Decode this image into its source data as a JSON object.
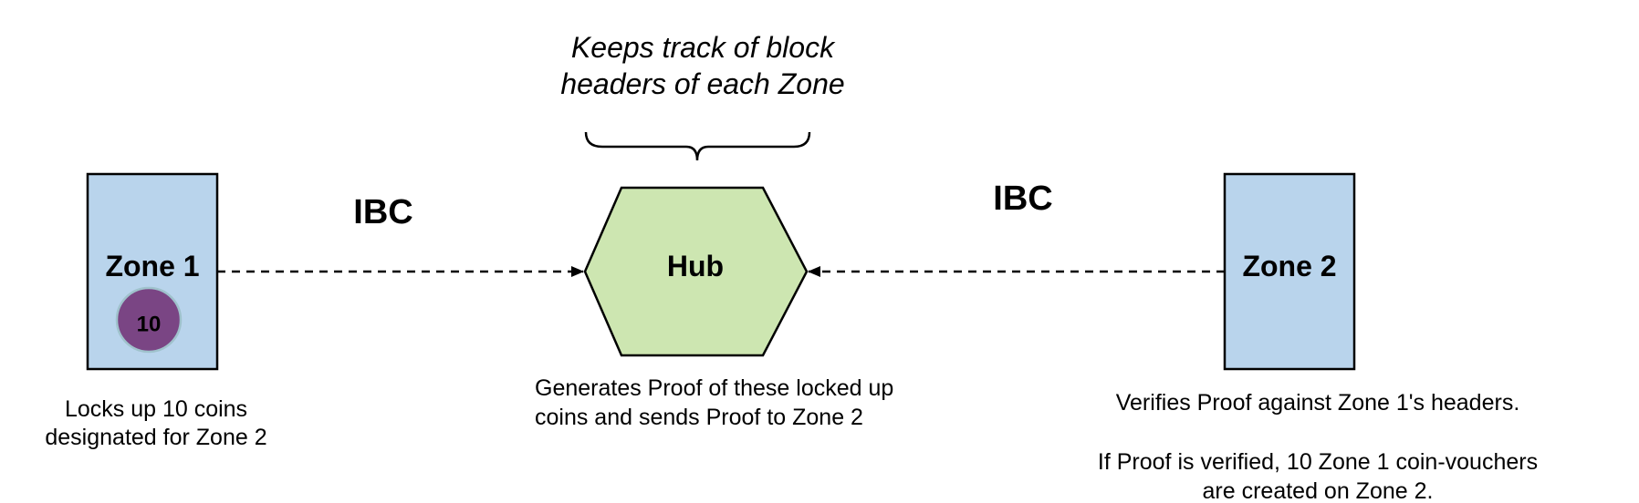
{
  "annotation_top": {
    "line1": "Keeps track of block",
    "line2": "headers of each Zone"
  },
  "ibc_left_label": "IBC",
  "ibc_right_label": "IBC",
  "zone1": {
    "label": "Zone 1",
    "coin_count": "10",
    "caption_line1": "Locks up 10 coins",
    "caption_line2": "designated for Zone 2"
  },
  "hub": {
    "label": "Hub",
    "caption_line1": "Generates Proof of these locked up",
    "caption_line2": "coins and sends Proof to Zone 2"
  },
  "zone2": {
    "label": "Zone 2",
    "caption_line1": "Verifies Proof against Zone 1's headers.",
    "caption_line2": "If Proof is verified, 10 Zone 1 coin-vouchers",
    "caption_line3": "are created on Zone 2."
  },
  "colors": {
    "zone_fill": "#b9d4ec",
    "hub_fill": "#cde6b1",
    "coin_fill": "#7a4584",
    "coin_stroke": "#9fc2cc",
    "stroke": "#000000"
  }
}
